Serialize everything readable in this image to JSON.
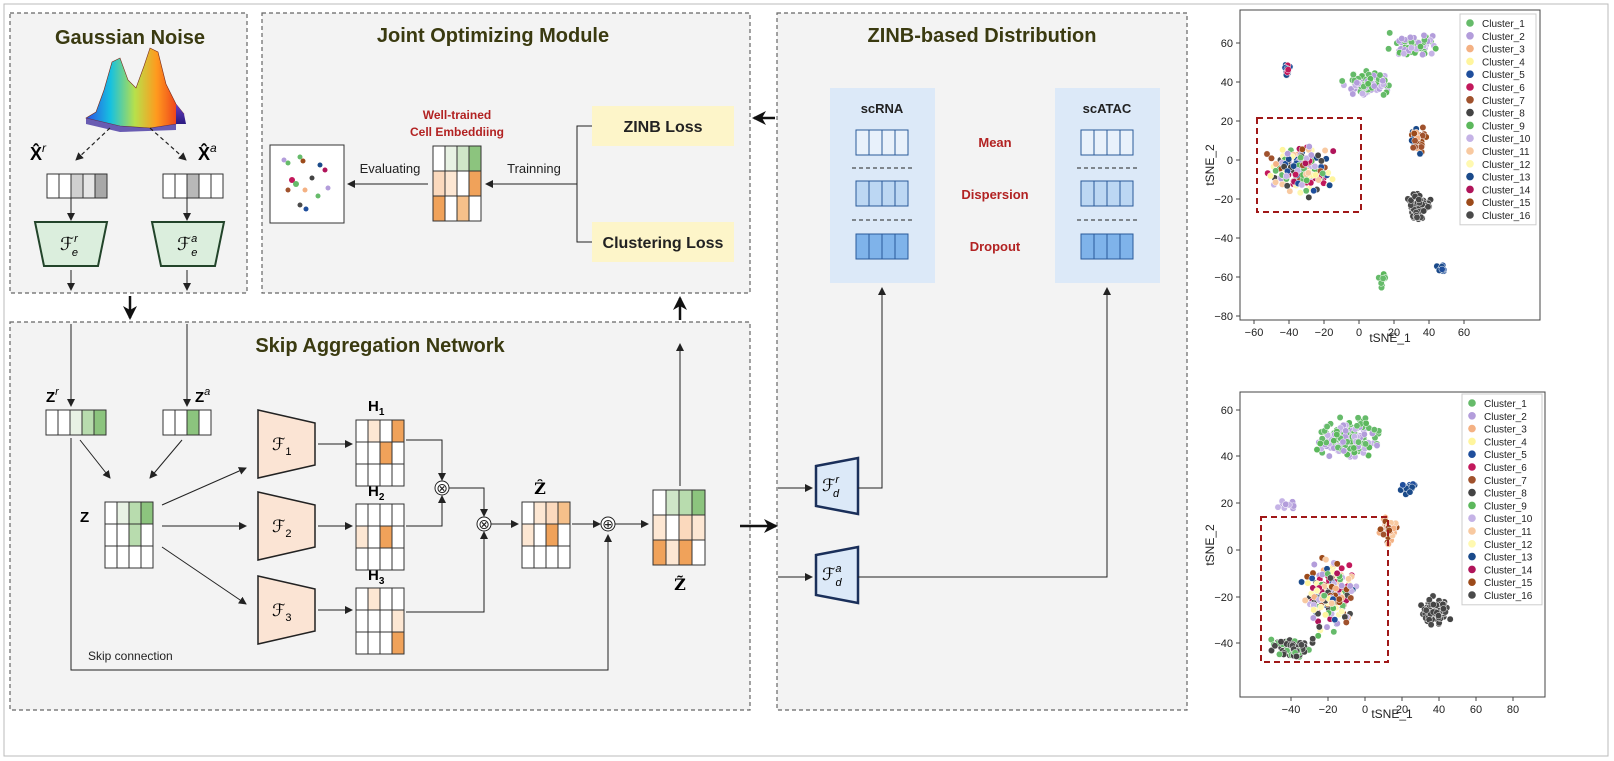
{
  "panels": {
    "gaussian_title": "Gaussian Noise",
    "joint_title": "Joint Optimizing Module",
    "zinb_title": "ZINB-based Distribution",
    "skip_title": "Skip Aggregation Network"
  },
  "joint": {
    "embedding_label_1": "Well-trained",
    "embedding_label_2": "Cell Embeddiing",
    "evaluating": "Evaluating",
    "training": "Trainning",
    "zinb_loss": "ZINB Loss",
    "clustering_loss": "Clustering Loss"
  },
  "zinb": {
    "scrna": "scRNA",
    "scatac": "scATAC",
    "mean": "Mean",
    "dispersion": "Dispersion",
    "dropout": "Dropout"
  },
  "skip": {
    "skip_connection": "Skip connection"
  },
  "math": {
    "xr": "X̂",
    "xr_sup": "r",
    "xa": "X̂",
    "xa_sup": "a",
    "fer": "ℱ",
    "fer_sup": "r",
    "fer_sub": "e",
    "fea": "ℱ",
    "fea_sup": "a",
    "fea_sub": "e",
    "zr": "Z",
    "zr_sup": "r",
    "za": "Z",
    "za_sup": "a",
    "z": "Z",
    "f1": "ℱ",
    "f1_sub": "1",
    "f2": "ℱ",
    "f2_sub": "2",
    "f3": "ℱ",
    "f3_sub": "3",
    "h1": "H",
    "h1_sub": "1",
    "h2": "H",
    "h2_sub": "2",
    "h3": "H",
    "h3_sub": "3",
    "zhat": "Ẑ",
    "ztilde": "Z̃",
    "fdr": "ℱ",
    "fdr_sup": "r",
    "fdr_sub": "d",
    "fda": "ℱ",
    "fda_sup": "a",
    "fda_sub": "d",
    "otimes": "⊗",
    "oplus": "⊕"
  },
  "plots": {
    "top": {
      "xlabel": "tSNE_1",
      "ylabel": "tSNE_2",
      "xticks": [
        "−60",
        "−40",
        "−20",
        "0",
        "20",
        "40",
        "60"
      ],
      "yticks": [
        "60",
        "40",
        "20",
        "0",
        "−20",
        "−40",
        "−60",
        "−80"
      ]
    },
    "bottom": {
      "xlabel": "tSNE_1",
      "ylabel": "tSNE_2",
      "xticks": [
        "−40",
        "−20",
        "0",
        "20",
        "40",
        "60",
        "80"
      ],
      "yticks": [
        "60",
        "40",
        "20",
        "0",
        "−20",
        "−40"
      ]
    },
    "legend": [
      {
        "label": "Cluster_1",
        "color": "#66bb6a"
      },
      {
        "label": "Cluster_2",
        "color": "#b39ddb"
      },
      {
        "label": "Cluster_3",
        "color": "#f4b183"
      },
      {
        "label": "Cluster_4",
        "color": "#fff59d"
      },
      {
        "label": "Cluster_5",
        "color": "#1f4e9c"
      },
      {
        "label": "Cluster_6",
        "color": "#c2185b"
      },
      {
        "label": "Cluster_7",
        "color": "#a0522d"
      },
      {
        "label": "Cluster_8",
        "color": "#444444"
      },
      {
        "label": "Cluster_9",
        "color": "#5cb85c"
      },
      {
        "label": "Cluster_10",
        "color": "#c5b3e6"
      },
      {
        "label": "Cluster_11",
        "color": "#f8c9a0"
      },
      {
        "label": "Cluster_12",
        "color": "#fff9b0"
      },
      {
        "label": "Cluster_13",
        "color": "#1a4a8a"
      },
      {
        "label": "Cluster_14",
        "color": "#b0145a"
      },
      {
        "label": "Cluster_15",
        "color": "#9c4a1a"
      },
      {
        "label": "Cluster_16",
        "color": "#4a4a4a"
      }
    ]
  },
  "colors": {
    "panel_bg": "#f3f3f3",
    "title": "#3a3a10",
    "red_label": "#b22222",
    "green_cell": "#8cc47e",
    "orange_cell": "#f0a25a",
    "blue_cell": "#7fb3ea",
    "blue_panel": "#dce9f8",
    "loss_bg": "#fdf5c9"
  }
}
